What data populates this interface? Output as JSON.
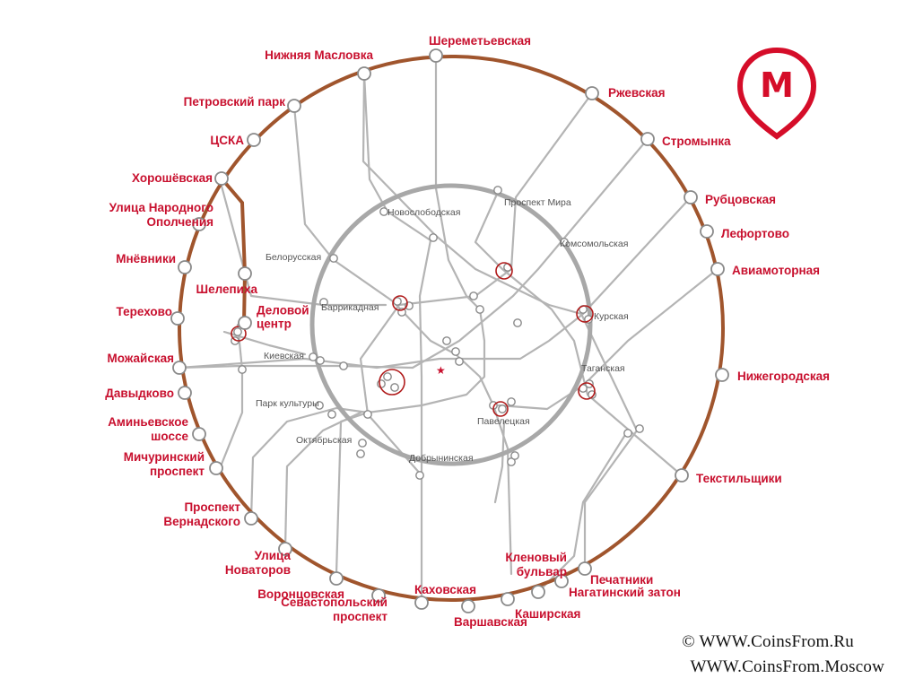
{
  "logo": {
    "letter": "М",
    "color": "#d50d29"
  },
  "colors": {
    "outer_ring": "#a0552d",
    "inner_ring": "#a8a8a8",
    "lines": "#b4b4b4",
    "label_red": "#c8102e",
    "station_stroke": "#8a8a8a",
    "transfer": "#b01a1a"
  },
  "outer_stations": [
    {
      "id": "sheremetyevskaya",
      "label": [
        "Шереметьевская"
      ]
    },
    {
      "id": "rzhevskaya",
      "label": [
        "Ржевская"
      ]
    },
    {
      "id": "strominka",
      "label": [
        "Стромынка"
      ]
    },
    {
      "id": "rubtsovskaya",
      "label": [
        "Рубцовская"
      ]
    },
    {
      "id": "lefortovo",
      "label": [
        "Лефортово"
      ]
    },
    {
      "id": "aviamotornaya",
      "label": [
        "Авиамоторная"
      ]
    },
    {
      "id": "nizhegorodskaya",
      "label": [
        "Нижегородская"
      ]
    },
    {
      "id": "tekstilshchiki",
      "label": [
        "Текстильщики"
      ]
    },
    {
      "id": "pechatniki",
      "label": [
        "Печатники"
      ]
    },
    {
      "id": "nagatinsky",
      "label": [
        "Нагатинский затон"
      ]
    },
    {
      "id": "klenovy",
      "label": [
        "Кленовый",
        "бульвар"
      ]
    },
    {
      "id": "kashirskaya",
      "label": [
        "Каширская"
      ]
    },
    {
      "id": "varshavskaya",
      "label": [
        "Варшавская"
      ]
    },
    {
      "id": "kakhovskaya",
      "label": [
        "Каховская"
      ]
    },
    {
      "id": "sevastopolsky",
      "label": [
        "Севастопольский",
        "проспект"
      ]
    },
    {
      "id": "vorontsovskaya",
      "label": [
        "Воронцовская"
      ]
    },
    {
      "id": "novatorov",
      "label": [
        "Улица",
        "Новаторов"
      ]
    },
    {
      "id": "vernadskogo",
      "label": [
        "Проспект",
        "Вернадского"
      ]
    },
    {
      "id": "michurinsky",
      "label": [
        "Мичуринский",
        "проспект"
      ]
    },
    {
      "id": "aminyevskoe",
      "label": [
        "Аминьевское",
        "шоссе"
      ]
    },
    {
      "id": "davydkovo",
      "label": [
        "Давыдково"
      ]
    },
    {
      "id": "mozhayskaya",
      "label": [
        "Можайская"
      ]
    },
    {
      "id": "terekhovo",
      "label": [
        "Терехово"
      ]
    },
    {
      "id": "mnevniki",
      "label": [
        "Мнёвники"
      ]
    },
    {
      "id": "opolcheniya",
      "label": [
        "Улица Народного",
        "Ополчения"
      ]
    },
    {
      "id": "khoroshevskaya",
      "label": [
        "Хорошёвская"
      ]
    },
    {
      "id": "cska",
      "label": [
        "ЦСКА"
      ]
    },
    {
      "id": "petrovsky",
      "label": [
        "Петровский парк"
      ]
    },
    {
      "id": "maslovka",
      "label": [
        "Нижняя Масловка"
      ]
    },
    {
      "id": "shelepikha",
      "label": [
        "Шелепиха"
      ]
    },
    {
      "id": "delovoy",
      "label": [
        "Деловой",
        "центр"
      ]
    }
  ],
  "inner_stations": [
    {
      "id": "novoslobodskaya",
      "label": "Новослободская"
    },
    {
      "id": "prospekt_mira",
      "label": "Проспект Мира"
    },
    {
      "id": "komsomolskaya",
      "label": "Комсомольская"
    },
    {
      "id": "belorusskaya",
      "label": "Белорусская"
    },
    {
      "id": "barrikadnaya",
      "label": "Баррикадная"
    },
    {
      "id": "kurskaya",
      "label": "Курская"
    },
    {
      "id": "kievskaya",
      "label": "Киевская"
    },
    {
      "id": "taganskaya",
      "label": "Таганская"
    },
    {
      "id": "park_kultury",
      "label": "Парк культуры"
    },
    {
      "id": "paveletskaya",
      "label": "Павелецкая"
    },
    {
      "id": "oktyabrskaya",
      "label": "Октябрьская"
    },
    {
      "id": "dobryninskaya",
      "label": "Добрынинская"
    }
  ],
  "copyright": [
    "© WWW.CoinsFrom.Ru",
    "WWW.CoinsFrom.Moscow"
  ]
}
